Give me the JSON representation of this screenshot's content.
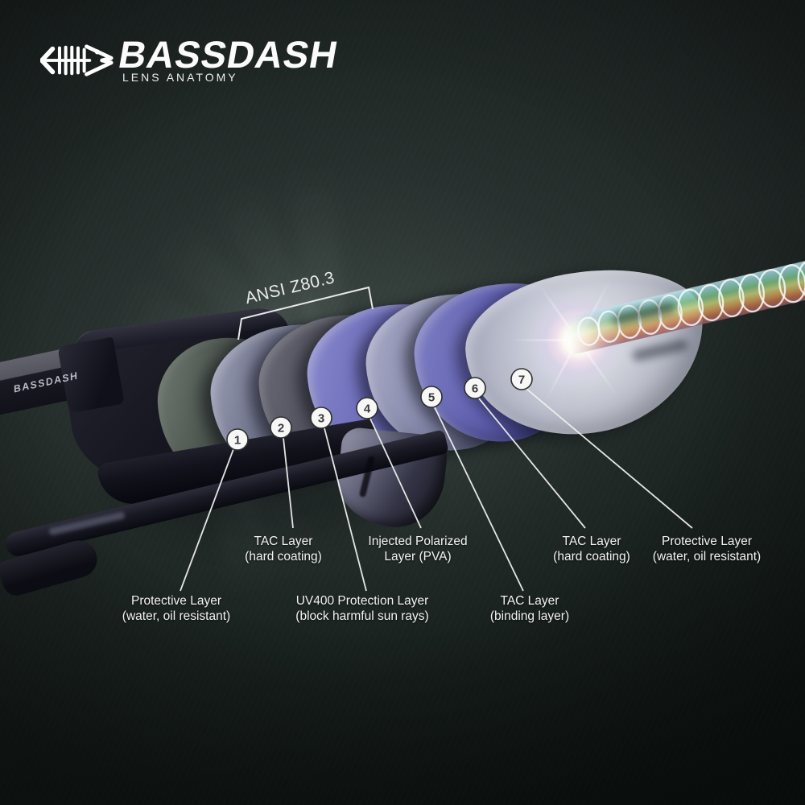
{
  "brand": {
    "name": "BASSDASH",
    "tagline": "LENS ANATOMY",
    "temple_brand": "BASSDASH"
  },
  "standard": {
    "label": "ANSI Z80.3"
  },
  "callouts": [
    {
      "num": "1",
      "line1": "Protective Layer",
      "line2": "(water, oil resistant)"
    },
    {
      "num": "2",
      "line1": "TAC Layer",
      "line2": "(hard coating)"
    },
    {
      "num": "3",
      "line1": "UV400 Protection Layer",
      "line2": "(block harmful sun rays)"
    },
    {
      "num": "4",
      "line1": "Injected Polarized",
      "line2": "Layer (PVA)"
    },
    {
      "num": "5",
      "line1": "TAC Layer",
      "line2": "(binding layer)"
    },
    {
      "num": "6",
      "line1": "TAC Layer",
      "line2": "(hard coating)"
    },
    {
      "num": "7",
      "line1": "Protective Layer",
      "line2": "(water, oil resistant)"
    }
  ],
  "colors": {
    "background": "#1c2422",
    "frame": "#14141e",
    "layer_blue_gray": "#6d7188",
    "layer_dark_gray": "#52525e",
    "layer_polarized_purple": "#6f6fbc",
    "layer_light_gray": "#d2d5de",
    "callout_line": "#f0f0f0",
    "beam_rainbow": [
      "#c3e6ee",
      "#7cc185",
      "#ccd47e",
      "#d3a159",
      "#bd6b4a",
      "#8f5b6b"
    ]
  }
}
